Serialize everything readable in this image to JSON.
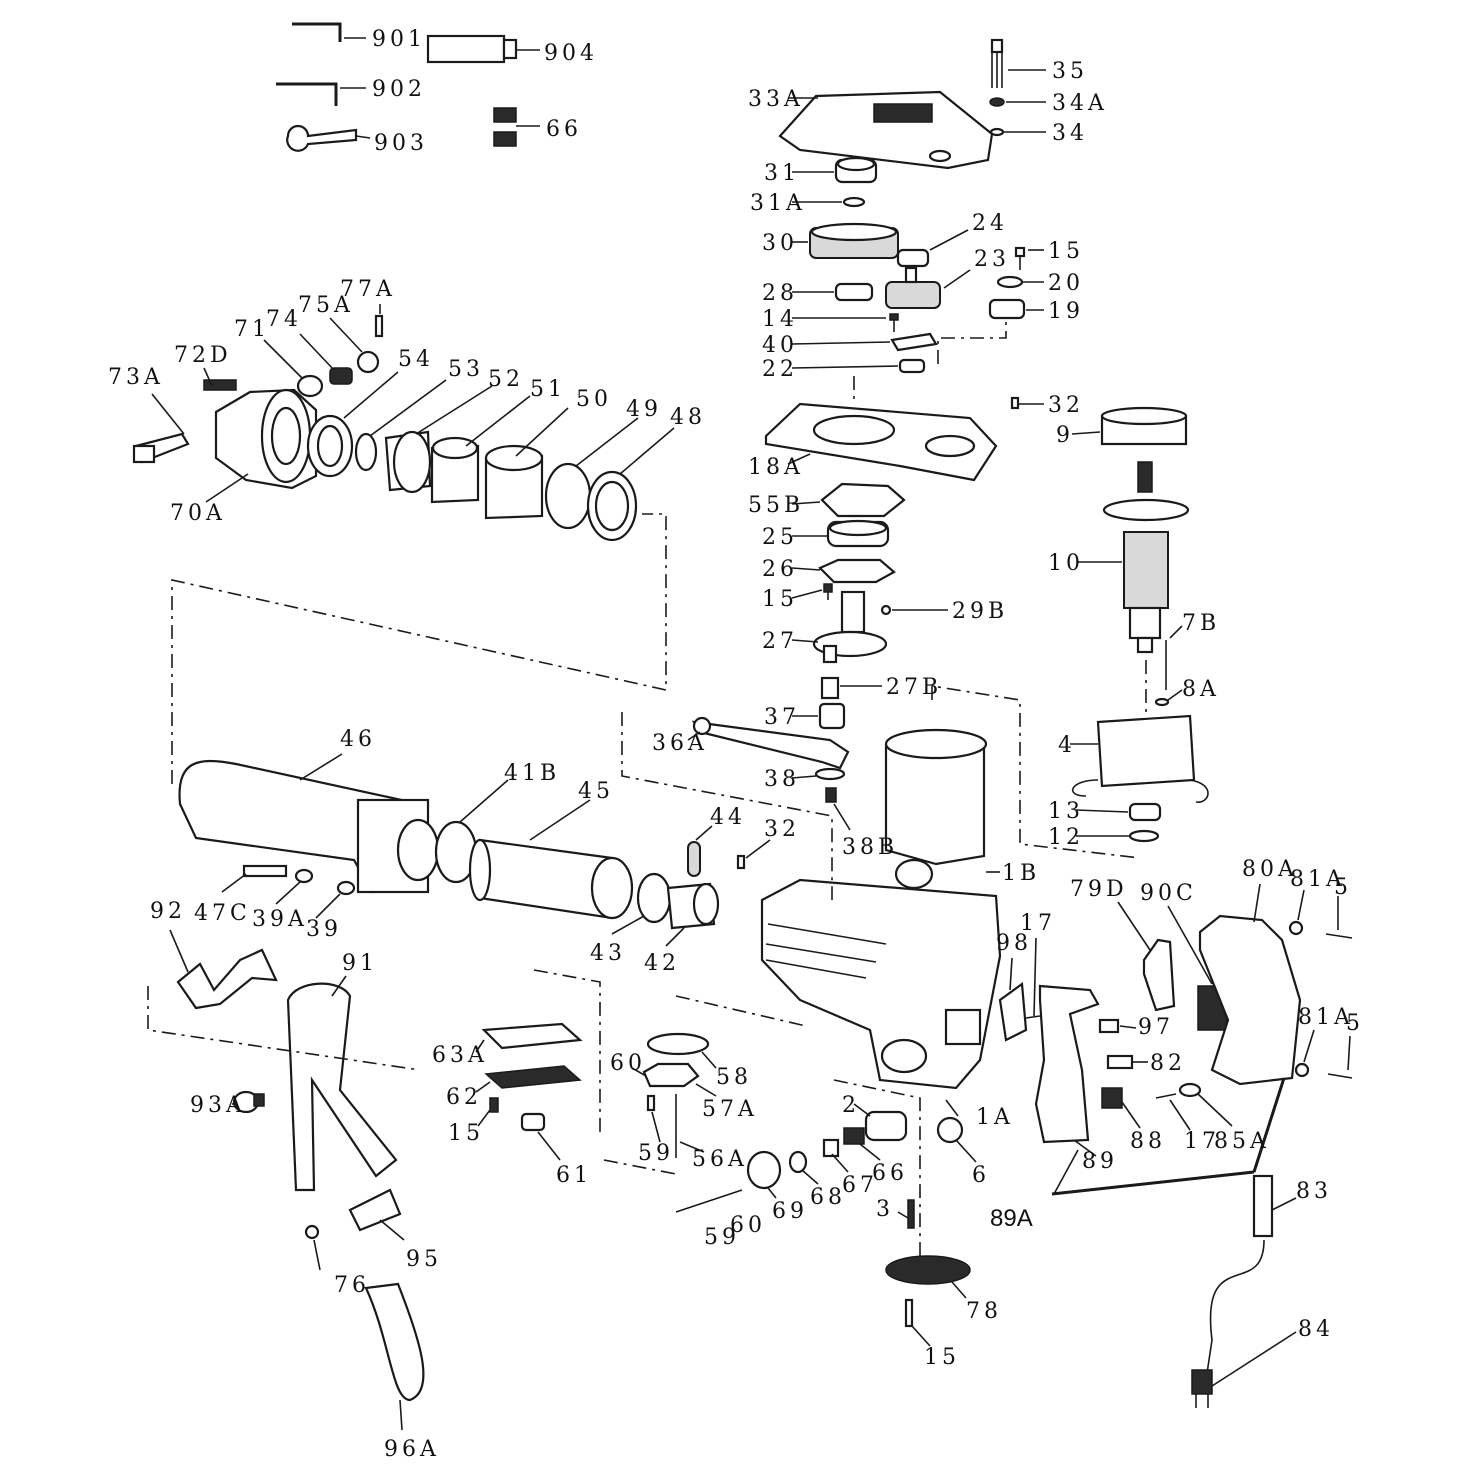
{
  "labels": {
    "l901": "901",
    "l902": "902",
    "l903": "903",
    "l904": "904",
    "l66a": "66",
    "l35": "35",
    "l34A": "34A",
    "l34": "34",
    "l33A": "33A",
    "l31": "31",
    "l31A": "31A",
    "l30": "30",
    "l24": "24",
    "l15a": "15",
    "l23": "23",
    "l20": "20",
    "l28": "28",
    "l19": "19",
    "l14": "14",
    "l40": "40",
    "l22": "22",
    "l32a": "32",
    "l9": "9",
    "l18A": "18A",
    "l55B": "55B",
    "l25": "25",
    "l26": "26",
    "l15b": "15",
    "l29B": "29B",
    "l27": "27",
    "l10": "10",
    "l7B": "7B",
    "l8A": "8A",
    "l27B": "27B",
    "l37": "37",
    "l36A": "36A",
    "l38": "38",
    "l38B": "38B",
    "l4": "4",
    "l13": "13",
    "l12": "12",
    "l1B": "1B",
    "l77A": "77A",
    "l75A": "75A",
    "l74": "74",
    "l71": "71",
    "l72D": "72D",
    "l73A": "73A",
    "l54": "54",
    "l53": "53",
    "l52": "52",
    "l51": "51",
    "l50": "50",
    "l49": "49",
    "l48": "48",
    "l70A": "70A",
    "l46": "46",
    "l41B": "41B",
    "l45": "45",
    "l44": "44",
    "l32b": "32",
    "l47C": "47C",
    "l39A": "39A",
    "l39": "39",
    "l43": "43",
    "l42": "42",
    "l92": "92",
    "l91": "91",
    "l93A": "93A",
    "l95": "95",
    "l76": "76",
    "l96A": "96A",
    "l63A": "63A",
    "l62": "62",
    "l15c": "15",
    "l61": "61",
    "l60a": "60",
    "l58": "58",
    "l57A": "57A",
    "l59a": "59",
    "l56A": "56A",
    "l2": "2",
    "l66b": "66",
    "l67": "67",
    "l68": "68",
    "l69": "69",
    "l59b": "59",
    "l60b": "60",
    "l1A": "1A",
    "l6": "6",
    "l3": "3",
    "l78": "78",
    "l15d": "15",
    "l98": "98",
    "l17a": "17",
    "l79D": "79D",
    "l90C": "90C",
    "l80A": "80A",
    "l81Aa": "81A",
    "l5a": "5",
    "l81Ab": "81A",
    "l5b": "5",
    "l97": "97",
    "l82": "82",
    "l88": "88",
    "l17b": "17",
    "l85A": "85A",
    "l89": "89",
    "l89A": "89A",
    "l83": "83",
    "l84": "84"
  }
}
